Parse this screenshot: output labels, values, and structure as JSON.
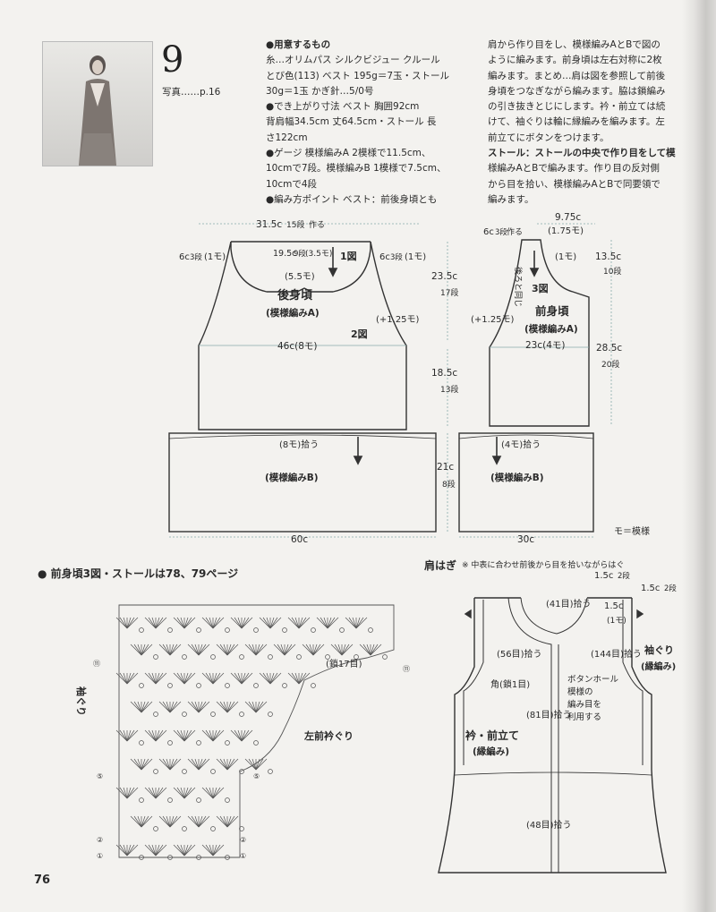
{
  "pattern": {
    "number": "9",
    "photo_ref": "写真……p.16"
  },
  "text_col1": [
    "●用意するもの",
    "糸…オリムパス シルクビジュー クルール",
    "とび色(113) ベスト 195g＝7玉・ストール",
    "30g＝1玉 かぎ針…5/0号",
    "●でき上がり寸法 ベスト 胸囲92cm",
    "背肩幅34.5cm 丈64.5cm・ストール 長",
    "さ122cm",
    "●ゲージ 模様編みA 2模様で11.5cm、",
    "10cmで7段。模様編みB 1模様で7.5cm、",
    "10cmで4段",
    "●編み方ポイント ベスト：前後身頃とも"
  ],
  "text_col2": [
    "肩から作り目をし、模様編みAとBで図の",
    "ように編みます。前身頃は左右対称に2枚",
    "編みます。まとめ…肩は図を参照して前後",
    "身頃をつなぎながら編みます。脇は鎖編み",
    "の引き抜きとじにします。衿・前立ては続",
    "けて、袖ぐりは輪に縁編みを編みます。左",
    "前立てにボタンをつけます。",
    "ストール：ストールの中央で作り目をして模",
    "様編みAとBで編みます。作り目の反対側",
    "から目を拾い、模様編みAとBで同要領で",
    "編みます。"
  ],
  "back": {
    "top_width": "31.5c",
    "top_rows": "15段",
    "top_make": "作る",
    "neck": "19.5c",
    "neck_rows": "9段",
    "neck_mo": "(3.5モ)",
    "shoulder_left": "6c",
    "shoulder_right": "6c",
    "shoulder_rows": "3段",
    "shoulder_mo": "(1モ)",
    "neck_mo2": "(5.5モ)",
    "fig1": "1図",
    "fig2": "2図",
    "title": "後身頃",
    "pattern": "(模様編みA)",
    "inc": "(+1.25モ)",
    "width": "46c(8モ)",
    "h1": "23.5c",
    "h1_rows": "17段",
    "h2": "18.5c",
    "h2_rows": "13段",
    "pick": "(8モ)拾う",
    "bottom_pattern": "(模様編みB)",
    "h3": "21c",
    "h3_rows": "8段",
    "bottom_width": "60c"
  },
  "front": {
    "shoulder": "6c",
    "shoulder_rows": "3段",
    "make": "作る",
    "w1": "9.75c",
    "w1_mo": "(1.75モ)",
    "mo1": "(1モ)",
    "h_top": "13.5c",
    "h_top_rows": "10段",
    "fig3": "3図",
    "back_same": "後ろと同じ",
    "title": "前身頃",
    "pattern": "(模様編みA)",
    "inc": "(+1.25モ)",
    "width": "23c(4モ)",
    "h_side": "28.5c",
    "h_side_rows": "20段",
    "pick": "(4モ)拾う",
    "bottom_pattern": "(模様編みB)",
    "bottom_width": "30c"
  },
  "legend": "モ＝模様",
  "section_title": "● 前身頃3図・ストールは78、79ページ",
  "chart": {
    "chain": "(鎖17目)",
    "armhole": "袖ぐり",
    "neckline": "左前衿ぐり",
    "row_labels": [
      "⑪",
      "⑤",
      "②",
      "①"
    ],
    "row_labels_right": [
      "⑪",
      "⑤",
      "②",
      "①"
    ]
  },
  "finish": {
    "shoulder_seam": "肩はぎ",
    "note": "※ 中表に合わせ前後から目を拾いながらはぐ",
    "top": "(41目)拾う",
    "dim1": "1.5c",
    "dim1_rows": "2段",
    "dim2": "1.5c",
    "dim2_rows": "2段",
    "dim3": "1.5c",
    "dim3_mo": "(1モ)",
    "pick56": "(56目)拾う",
    "pick144": "(144目)拾う",
    "corner": "角(鎖1目)",
    "buttonhole": [
      "ボタンホール",
      "模様の",
      "編み目を",
      "利用する"
    ],
    "pick81": "(81目)拾う",
    "pick48": "(48目)拾う",
    "collar": "衿・前立て",
    "collar_pattern": "(縁編み)",
    "armhole": "袖ぐり",
    "armhole_pattern": "(縁編み)"
  },
  "page_number": "76"
}
